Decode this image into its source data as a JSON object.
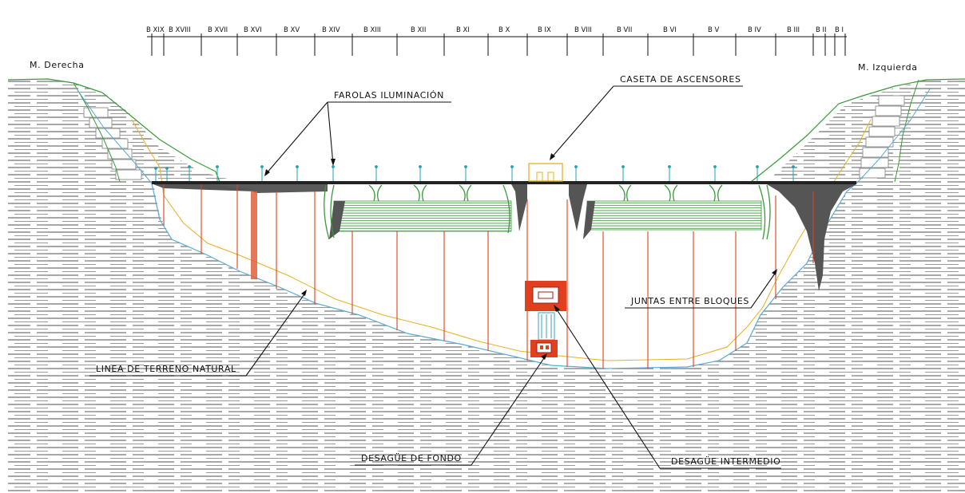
{
  "blocks": [
    "B XIX",
    "B XVIII",
    "B XVII",
    "B XVI",
    "B XV",
    "B XIV",
    "B XIII",
    "B XII",
    "B XI",
    "B X",
    "B IX",
    "B VIII",
    "B VII",
    "B VI",
    "B V",
    "B IV",
    "B III",
    "B II",
    "B I"
  ],
  "labels": {
    "margin_right": "M. Derecha",
    "margin_left": "M. Izquierda",
    "streetlights": "FAROLAS ILUMINACIÓN",
    "elevator_house": "CASETA DE ASCENSORES",
    "block_joints": "JUNTAS ENTRE BLOQUES",
    "natural_terrain": "LINEA DE TERRENO NATURAL",
    "bottom_outlet": "DESAGÜE DE FONDO",
    "intermediate_outlet": "DESAGÜE INTERMEDIO"
  },
  "colors": {
    "rock_hatch": "#8a8a8a",
    "terrain_green": "#3a9a3a",
    "foundation_blue": "#5aaad8",
    "terrain_yellow": "#e8b020",
    "joints_red": "#e04020",
    "concrete_dark": "#555555",
    "lamp_cyan": "#20a0b0"
  }
}
